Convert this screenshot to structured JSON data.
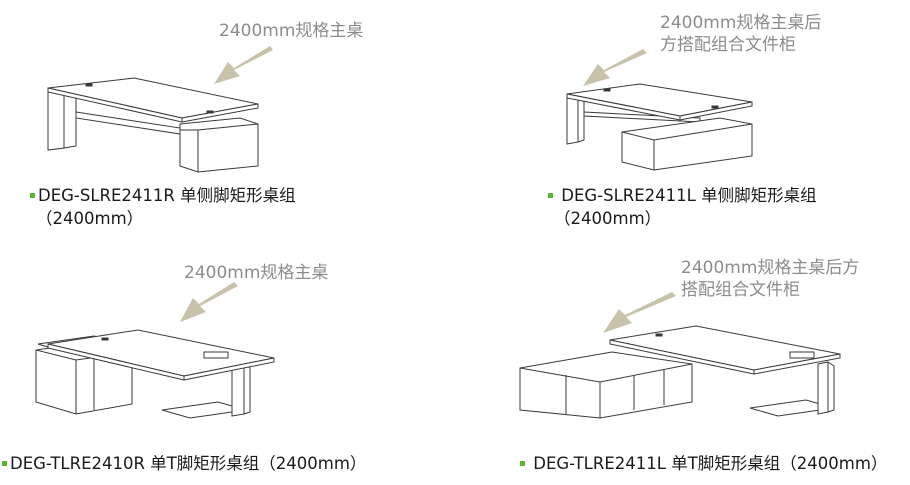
{
  "items": [
    {
      "note_lines": [
        "2400mm规格主桌"
      ],
      "caption_lines": [
        "DEG-SLRE2411R 单侧脚矩形桌组",
        "（2400mm）"
      ]
    },
    {
      "note_lines": [
        "2400mm规格主桌后",
        "方搭配组合文件柜"
      ],
      "caption_lines": [
        "DEG-SLRE2411L 单侧脚矩形桌组",
        "（2400mm）"
      ]
    },
    {
      "note_lines": [
        "2400mm规格主桌"
      ],
      "caption_lines": [
        "DEG-TLRE2410R 单T脚矩形桌组（2400mm）"
      ]
    },
    {
      "note_lines": [
        "2400mm规格主桌后方",
        "搭配组合文件柜"
      ],
      "caption_lines": [
        "DEG-TLRE2411L 单T脚矩形桌组（2400mm）"
      ]
    }
  ],
  "colors": {
    "arrow": "#c9c2aa",
    "bullet": "#5cb531",
    "note_text": "#8c8c8c",
    "caption_text": "#1a1a1a"
  }
}
